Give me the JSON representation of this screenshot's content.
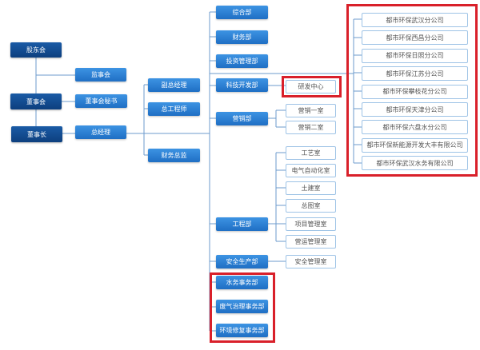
{
  "top": {
    "shareholders": "股东会",
    "supervisors": "监事会",
    "board": "董事会",
    "board_secretary": "董事会秘书",
    "chairman": "董事长",
    "general_manager": "总经理"
  },
  "executives": [
    "副总经理",
    "总工程师",
    "财务总监"
  ],
  "departments": [
    "综合部",
    "财务部",
    "投资管理部",
    "科技开发部",
    "营销部",
    "工程部",
    "安全生产部",
    "水务事务部",
    "废气治理事务部",
    "环境修复事务部"
  ],
  "offices": [
    "研发中心",
    "营销一室",
    "营销二室",
    "工艺室",
    "电气自动化室",
    "土建室",
    "总图室",
    "项目管理室",
    "营运管理室",
    "安全管理室"
  ],
  "subsidiaries": [
    "都市环保武汉分公司",
    "都市环保西昌分公司",
    "都市环保日照分公司",
    "都市环保江苏分公司",
    "都市环保攀枝花分公司",
    "都市环保天津分公司",
    "都市环保六盘水分公司",
    "都市环保新能源开发大丰有限公司",
    "都市环保武汉水务有限公司"
  ],
  "colors": {
    "highlight": "#d9202a",
    "dark": "#0d3f7e",
    "blue": "#2a7fd4"
  }
}
